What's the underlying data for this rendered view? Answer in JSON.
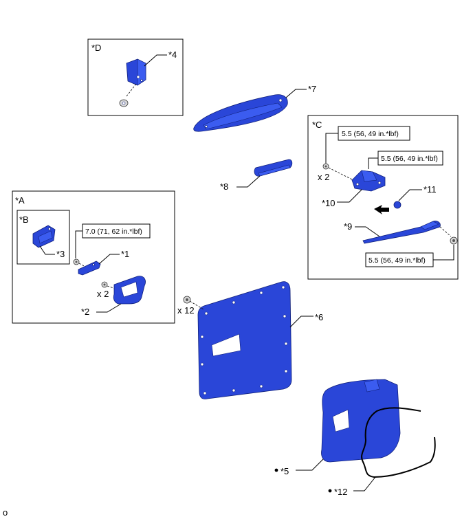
{
  "groups": {
    "A": "*A",
    "B": "*B",
    "C": "*C",
    "D": "*D"
  },
  "callouts": {
    "p1": "*1",
    "p2": "*2",
    "p3": "*3",
    "p4": "*4",
    "p5": "*5",
    "p6": "*6",
    "p7": "*7",
    "p8": "*8",
    "p9": "*9",
    "p10": "*10",
    "p11": "*11",
    "p12": "*12"
  },
  "quantities": {
    "a_screw": "x 2",
    "c_bolt": "x 2",
    "clips": "x 12"
  },
  "torques": {
    "t1": "7.0 (71, 62 in.*lbf)",
    "t2": "5.5 (56, 49 in.*lbf)",
    "t3": "5.5 (56, 49 in.*lbf)",
    "t4": "5.5 (56, 49 in.*lbf)"
  },
  "figure_id": "o",
  "colors": {
    "part_fill": "#2a46d8",
    "part_edge": "#10207a"
  }
}
